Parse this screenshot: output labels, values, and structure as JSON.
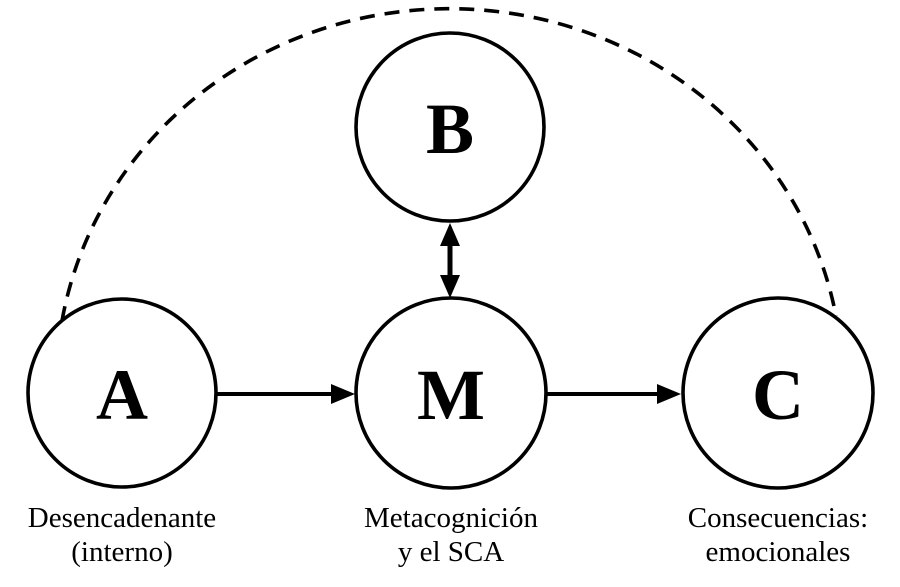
{
  "diagram": {
    "description": "ABC metacognitive model diagram with four circular nodes",
    "colors": {
      "background": "#ffffff",
      "line": "#000000",
      "text": "#000000"
    },
    "nodes": {
      "a": {
        "letter": "A",
        "label_line1": "Desencadenante",
        "label_line2": "(interno)"
      },
      "b": {
        "letter": "B"
      },
      "m": {
        "letter": "M",
        "label_line1": "Metacognición",
        "label_line2": "y el SCA"
      },
      "c": {
        "letter": "C",
        "label_line1": "Consecuencias:",
        "label_line2": "emocionales"
      }
    },
    "edges": [
      {
        "id": "a-to-m",
        "type": "solid-arrow",
        "from": "A",
        "to": "M"
      },
      {
        "id": "m-to-c",
        "type": "solid-arrow",
        "from": "M",
        "to": "C"
      },
      {
        "id": "b-to-m",
        "type": "double-arrow",
        "from": "B",
        "to": "M"
      },
      {
        "id": "a-to-c",
        "type": "dashed-arc",
        "from": "A",
        "to": "C"
      }
    ]
  }
}
